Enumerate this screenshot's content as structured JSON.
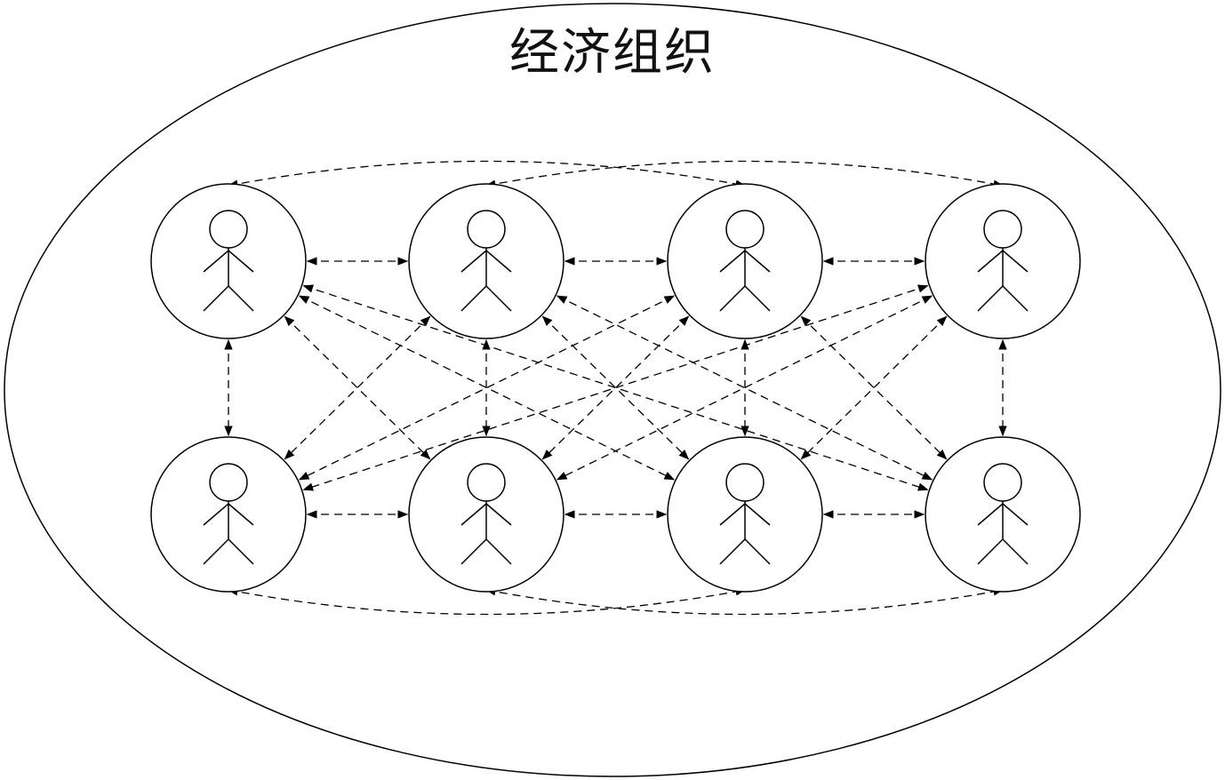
{
  "title": "经济组织",
  "diagram": {
    "rows": 2,
    "columns": 4,
    "node_type": "person",
    "line_color": "#000000",
    "background": "#ffffff"
  }
}
